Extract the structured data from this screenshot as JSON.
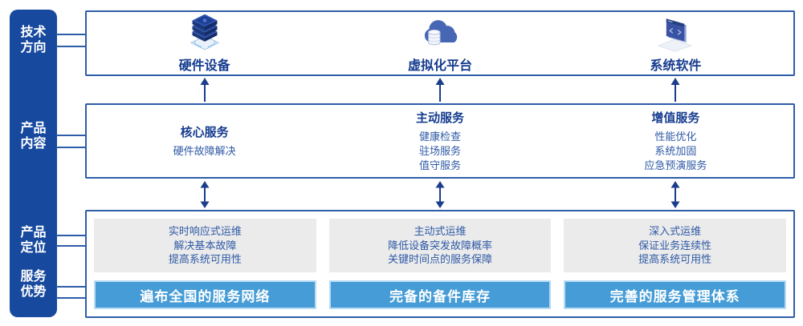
{
  "colors": {
    "deep-blue": "#17499E",
    "border-blue": "#2E5DA8",
    "navy": "#153C8F",
    "body-blue": "#2F5AA6",
    "bar-blue": "#459CD6",
    "bar-border": "#B9DCF4",
    "panel-gray": "#EBEBEB",
    "line-blue": "#2E5DA8",
    "arrow-navy": "#1B3D8C"
  },
  "sidebar": {
    "items": [
      {
        "line1": "技术",
        "line2": "方向"
      },
      {
        "line1": "产品",
        "line2": "内容"
      },
      {
        "line1": "产品",
        "line2": "定位"
      },
      {
        "line1": "服务",
        "line2": "优势"
      }
    ]
  },
  "tech": {
    "items": [
      {
        "icon": "server-stack-icon",
        "label": "硬件设备"
      },
      {
        "icon": "cloud-database-icon",
        "label": "虚拟化平台"
      },
      {
        "icon": "code-window-icon",
        "label": "系统软件"
      }
    ]
  },
  "services": {
    "columns": [
      {
        "title": "核心服务",
        "items": [
          "硬件故障解决"
        ]
      },
      {
        "title": "主动服务",
        "items": [
          "健康检查",
          "驻场服务",
          "值守服务"
        ]
      },
      {
        "title": "增值服务",
        "items": [
          "性能优化",
          "系统加固",
          "应急预演服务"
        ]
      }
    ]
  },
  "positioning": {
    "columns": [
      {
        "lines": [
          "实时响应式运维",
          "解决基本故障",
          "提高系统可用性"
        ],
        "advantage": "遍布全国的服务网络"
      },
      {
        "lines": [
          "主动式运维",
          "降低设备突发故障概率",
          "关键时间点的服务保障"
        ],
        "advantage": "完备的备件库存"
      },
      {
        "lines": [
          "深入式运维",
          "保证业务连续性",
          "提高系统可用性"
        ],
        "advantage": "完善的服务管理体系"
      }
    ]
  }
}
